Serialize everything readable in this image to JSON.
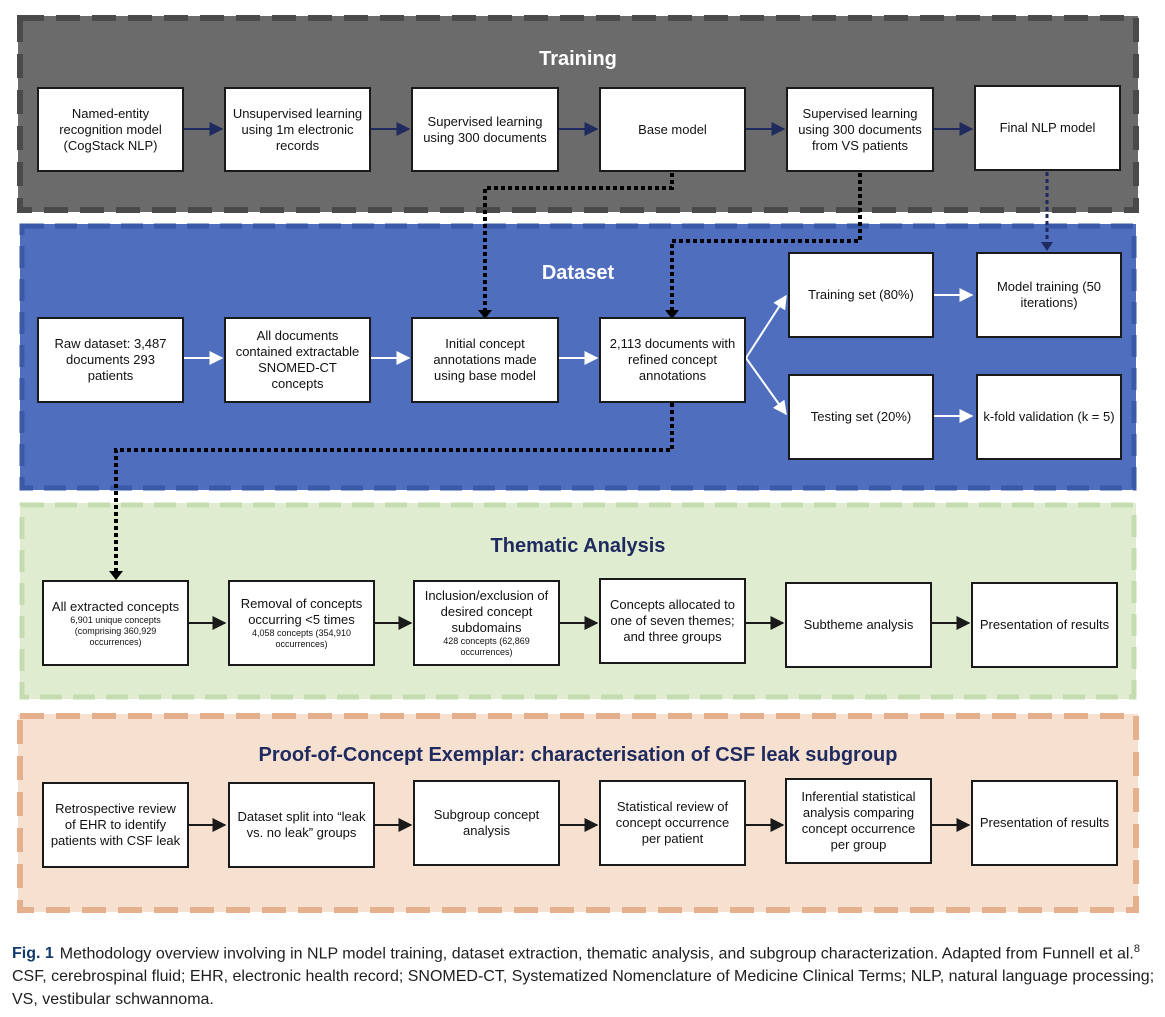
{
  "colors": {
    "training_bg": "#6b6b6b",
    "training_dash": "#4a4a4a",
    "dataset_bg": "#4f6fbe",
    "dataset_dash": "#3a5aa8",
    "thematic_bg": "#dfeccf",
    "thematic_dash": "#c5dcb0",
    "poc_bg": "#f6e1d0",
    "poc_dash": "#e4b08d",
    "title_dark": "#1f2a5e",
    "caption_label": "#123a6b"
  },
  "training": {
    "title": "Training",
    "boxes": [
      "Named-entity recognition model (CogStack NLP)",
      "Unsupervised learning using 1m electronic records",
      "Supervised learning using 300 documents",
      "Base model",
      "Supervised learning using 300 documents from VS patients",
      "Final NLP model"
    ]
  },
  "dataset": {
    "title": "Dataset",
    "boxes": [
      "Raw dataset: 3,487 documents 293 patients",
      "All documents contained extractable SNOMED-CT concepts",
      "Initial concept annotations made using base model",
      "2,113 documents with refined concept annotations"
    ],
    "training_set": "Training set (80%)",
    "testing_set": "Testing set (20%)",
    "model_training": "Model training (50 iterations)",
    "kfold": "k-fold validation (k = 5)"
  },
  "thematic": {
    "title": "Thematic Analysis",
    "boxes": [
      {
        "main": "All extracted concepts",
        "sub": "6,901 unique concepts (comprising 360,929 occurrences)"
      },
      {
        "main": "Removal of concepts occurring <5 times",
        "sub": "4,058 concepts (354,910 occurrences)"
      },
      {
        "main": "Inclusion/exclusion of desired concept subdomains",
        "sub": "428 concepts (62,869 occurrences)"
      },
      {
        "main": "Concepts allocated to one of seven themes; and three groups",
        "sub": ""
      },
      {
        "main": "Subtheme analysis",
        "sub": ""
      },
      {
        "main": "Presentation of results",
        "sub": ""
      }
    ]
  },
  "poc": {
    "title": "Proof-of-Concept Exemplar: characterisation of CSF leak subgroup",
    "boxes": [
      "Retrospective review of EHR to identify patients with CSF leak",
      "Dataset split into “leak vs. no leak” groups",
      "Subgroup concept analysis",
      "Statistical review of concept occurrence per patient",
      "Inferential statistical analysis comparing concept occurrence per group",
      "Presentation of results"
    ]
  },
  "caption": {
    "label": "Fig. 1",
    "text_before_ref": "Methodology overview involving in NLP model training, dataset extraction, thematic analysis, and subgroup characterization. Adapted from Funnell et al.",
    "ref": "8",
    "text_after_ref": " CSF, cerebrospinal fluid; EHR, electronic health record; SNOMED-CT, Systematized Nomenclature of Medicine Clinical Terms; NLP, natural language processing; VS, vestibular schwannoma."
  }
}
